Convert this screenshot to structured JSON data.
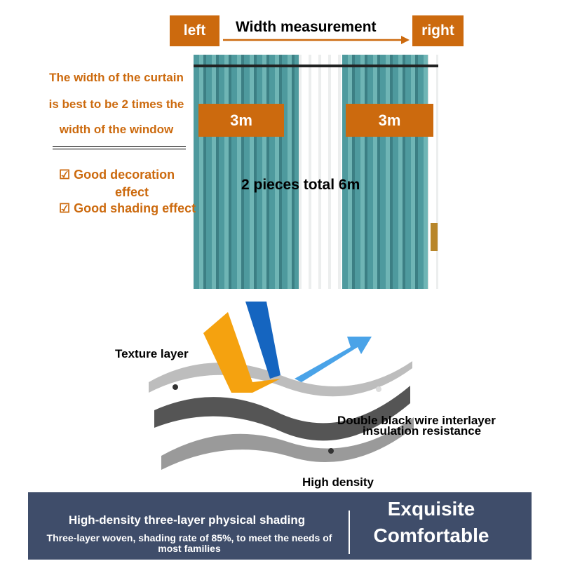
{
  "header": {
    "left_label": "left",
    "measure_label": "Width measurement",
    "right_label": "right"
  },
  "side_note": {
    "lines": [
      "The width of the curtain",
      "is best to be 2 times the",
      "width of the window"
    ]
  },
  "features": [
    {
      "label": "Good decoration",
      "label2": "effect"
    },
    {
      "label": "Good shading effect"
    }
  ],
  "photo": {
    "left_width": "3m",
    "right_width": "3m",
    "total": "2 pieces total 6m"
  },
  "layers": {
    "texture": "Texture layer",
    "middle_line1": "Double black wire interlayer",
    "middle_line2": "insulation resistance",
    "bottom": "High density"
  },
  "banner": {
    "title": "High-density three-layer physical shading",
    "subtitle": "Three-layer woven, shading rate of 85%, to meet the needs of most families",
    "right_line1": "Exquisite",
    "right_line2": "Comfortable"
  },
  "colors": {
    "accent": "#cc6a0e",
    "banner": "#3f4d6a"
  }
}
